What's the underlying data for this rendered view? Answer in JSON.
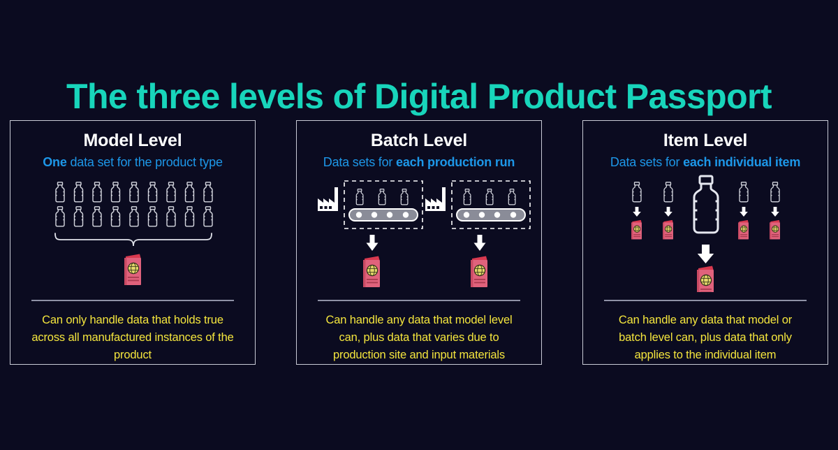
{
  "title": "The three levels of Digital Product Passport",
  "colors": {
    "background": "#0b0b20",
    "title_teal": "#18d5bb",
    "subtitle_blue": "#1d97e8",
    "footnote_yellow": "#f5e63d",
    "panel_border": "#c9cbd6",
    "passport_cover": "#e0627c",
    "passport_spine": "#c73a52",
    "passport_globe": "#e5d96a",
    "bottle_outline": "#d6d8e0",
    "conveyor_fill": "#8a8c98",
    "white": "#ffffff"
  },
  "panels": [
    {
      "heading": "Model Level",
      "subtitle_lead": "One",
      "subtitle_rest": " data set for the product type",
      "subtitle_bold_first": true,
      "footnote": "Can only handle data that holds true across all manufactured instances of the product",
      "art": {
        "type": "bottle-grid-brace-passport",
        "bottle_rows": 2,
        "bottles_per_row": 9,
        "brace": true,
        "passports": 1
      }
    },
    {
      "heading": "Batch Level",
      "subtitle_lead": "Data sets for ",
      "subtitle_rest": "each production run",
      "subtitle_bold_first": false,
      "footnote": "Can handle any data that model level can, plus data that varies due to production site and input materials",
      "art": {
        "type": "factory-conveyor-passport",
        "groups": 2,
        "bottles_per_conveyor": 3,
        "rollers_per_conveyor": 4,
        "arrows": 2,
        "passports": 2
      }
    },
    {
      "heading": "Item Level",
      "subtitle_lead": "Data sets for ",
      "subtitle_rest": "each individual item",
      "subtitle_bold_first": false,
      "footnote": "Can handle any data that model or batch level can, plus data that only applies to the individual item",
      "art": {
        "type": "items-with-passports",
        "small_items": 4,
        "large_items": 1,
        "arrows": 5,
        "passports": 5
      }
    }
  ]
}
